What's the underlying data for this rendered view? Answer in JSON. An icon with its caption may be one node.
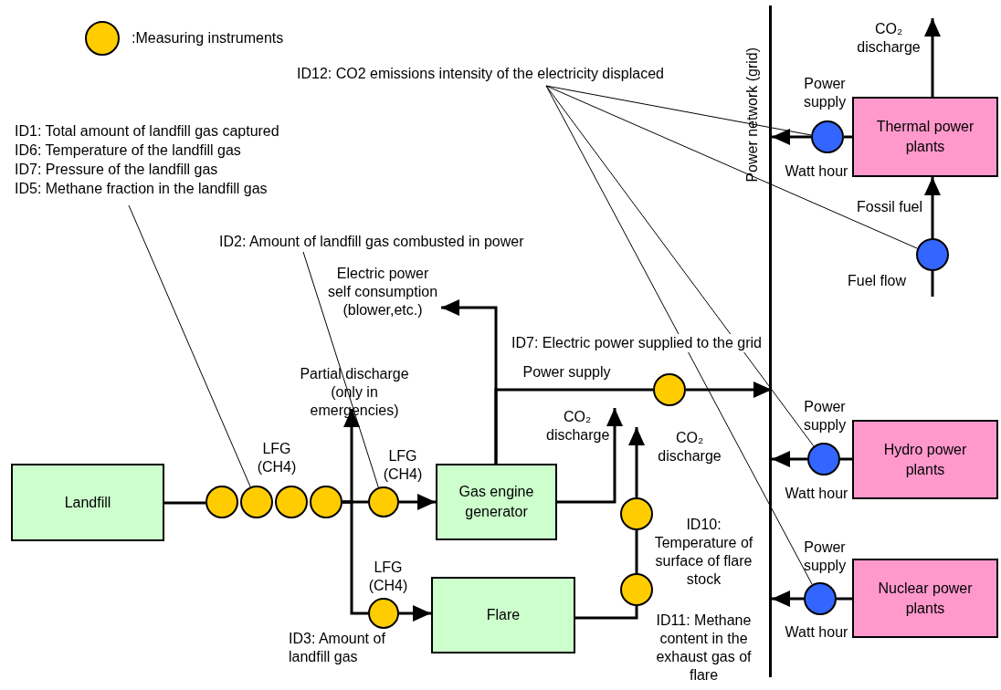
{
  "diagram": {
    "nodes": [
      {
        "text": [
          "Landfill"
        ]
      },
      {
        "text": [
          "Gas engine generator"
        ]
      },
      {
        "text": [
          "Flare"
        ]
      },
      {
        "text": [
          "Power network (grid)"
        ]
      },
      {
        "text": [
          "Thermal power plants"
        ]
      },
      {
        "text": [
          "Hydro power plants"
        ]
      },
      {
        "text": [
          "Nuclear power plants"
        ]
      },
      {
        "text": [],
        "shape": "circle"
      },
      {
        "text": [],
        "shape": "circle",
        "beside": [
          "LFG (CH4)"
        ]
      },
      {
        "text": [],
        "shape": "circle"
      },
      {
        "text": [],
        "shape": "circle"
      },
      {
        "text": [],
        "shape": "circle",
        "beside": [
          "LFG (CH4)"
        ]
      },
      {
        "text": [],
        "shape": "circle",
        "beside": [
          "LFG (CH4)",
          "ID3: Amount of landfill gas"
        ]
      },
      {
        "text": [],
        "shape": "circle"
      },
      {
        "text": [],
        "shape": "circle",
        "beside": [
          "ID10: Temperature of surface of flare stock"
        ]
      },
      {
        "text": [],
        "shape": "circle"
      },
      {
        "text": [],
        "shape": "circle",
        "beside": [
          "Power supply",
          "Watt hour"
        ]
      },
      {
        "text": [],
        "shape": "circle",
        "beside": [
          "Fuel flow"
        ]
      },
      {
        "text": [],
        "shape": "circle",
        "beside": [
          "Power supply",
          "Watt hour"
        ]
      },
      {
        "text": [],
        "shape": "circle",
        "beside": [
          "Power supply",
          "Watt hour"
        ]
      },
      {
        "text": [
          "Partial discharge (only in emergencies)"
        ]
      },
      {
        "text": [
          "Electric power self consumption (blower,etc.)"
        ]
      },
      {
        "text": [
          "CO₂ discharge"
        ]
      },
      {
        "text": [
          "CO₂ discharge"
        ]
      },
      {
        "text": [
          "CO₂ discharge"
        ]
      },
      {
        "text": [
          "ID1: Total amount of landfill gas captured",
          "ID6: Temperature of the landfill gas",
          "ID7: Pressure of the landfill gas",
          "ID5: Methane fraction in the landfill gas"
        ]
      },
      {
        "text": [
          "ID2: Amount of landfill gas combusted in power"
        ]
      },
      {
        "text": [
          "ID12: CO2 emissions intensity of the electricity displaced"
        ]
      }
    ],
    "edges": [
      {
        "from": 0,
        "to": 7,
        "arrow": "none"
      },
      {
        "from": 10,
        "to": 20,
        "arrow": "to"
      },
      {
        "from": 10,
        "to": 11,
        "arrow": "none"
      },
      {
        "from": 10,
        "to": 12,
        "arrow": "none"
      },
      {
        "from": 11,
        "to": 1,
        "arrow": "to"
      },
      {
        "from": 12,
        "to": 2,
        "arrow": "to"
      },
      {
        "from": 1,
        "to": 21,
        "arrow": "to"
      },
      {
        "from": 1,
        "to": 13,
        "arrow": "none",
        "label": "Power supply"
      },
      {
        "from": 13,
        "to": 3,
        "arrow": "to"
      },
      {
        "from": 1,
        "to": 22,
        "arrow": "to"
      },
      {
        "from": 2,
        "to": 15,
        "arrow": "none"
      },
      {
        "from": 15,
        "to": 14,
        "arrow": "none"
      },
      {
        "from": 14,
        "to": 23,
        "arrow": "to"
      },
      {
        "from": 4,
        "to": 24,
        "arrow": "to"
      },
      {
        "from": 4,
        "to": 16,
        "arrow": "none"
      },
      {
        "from": 16,
        "to": 3,
        "arrow": "to"
      },
      {
        "from": null,
        "to": 17,
        "arrow": "none"
      },
      {
        "from": 17,
        "to": 4,
        "arrow": "to",
        "label": "Fossil fuel"
      },
      {
        "from": 5,
        "to": 18,
        "arrow": "none"
      },
      {
        "from": 18,
        "to": 3,
        "arrow": "to"
      },
      {
        "from": 6,
        "to": 19,
        "arrow": "none"
      },
      {
        "from": 19,
        "to": 3,
        "arrow": "to"
      },
      {
        "from": 25,
        "to": 8,
        "arrow": "none"
      },
      {
        "from": 26,
        "to": 11,
        "arrow": "none"
      },
      {
        "from": 27,
        "to": 16,
        "arrow": "none"
      },
      {
        "from": 27,
        "to": 17,
        "arrow": "none"
      },
      {
        "from": 27,
        "to": 18,
        "arrow": "none"
      },
      {
        "from": 27,
        "to": 19,
        "arrow": "none"
      }
    ],
    "labels": [
      "ID7: Electric power supplied to the grid",
      "ID11: Methane content in the exhaust gas of flare"
    ],
    "legend": [
      {
        "text": ":Measuring instruments",
        "color": "#ffcc00"
      }
    ]
  }
}
